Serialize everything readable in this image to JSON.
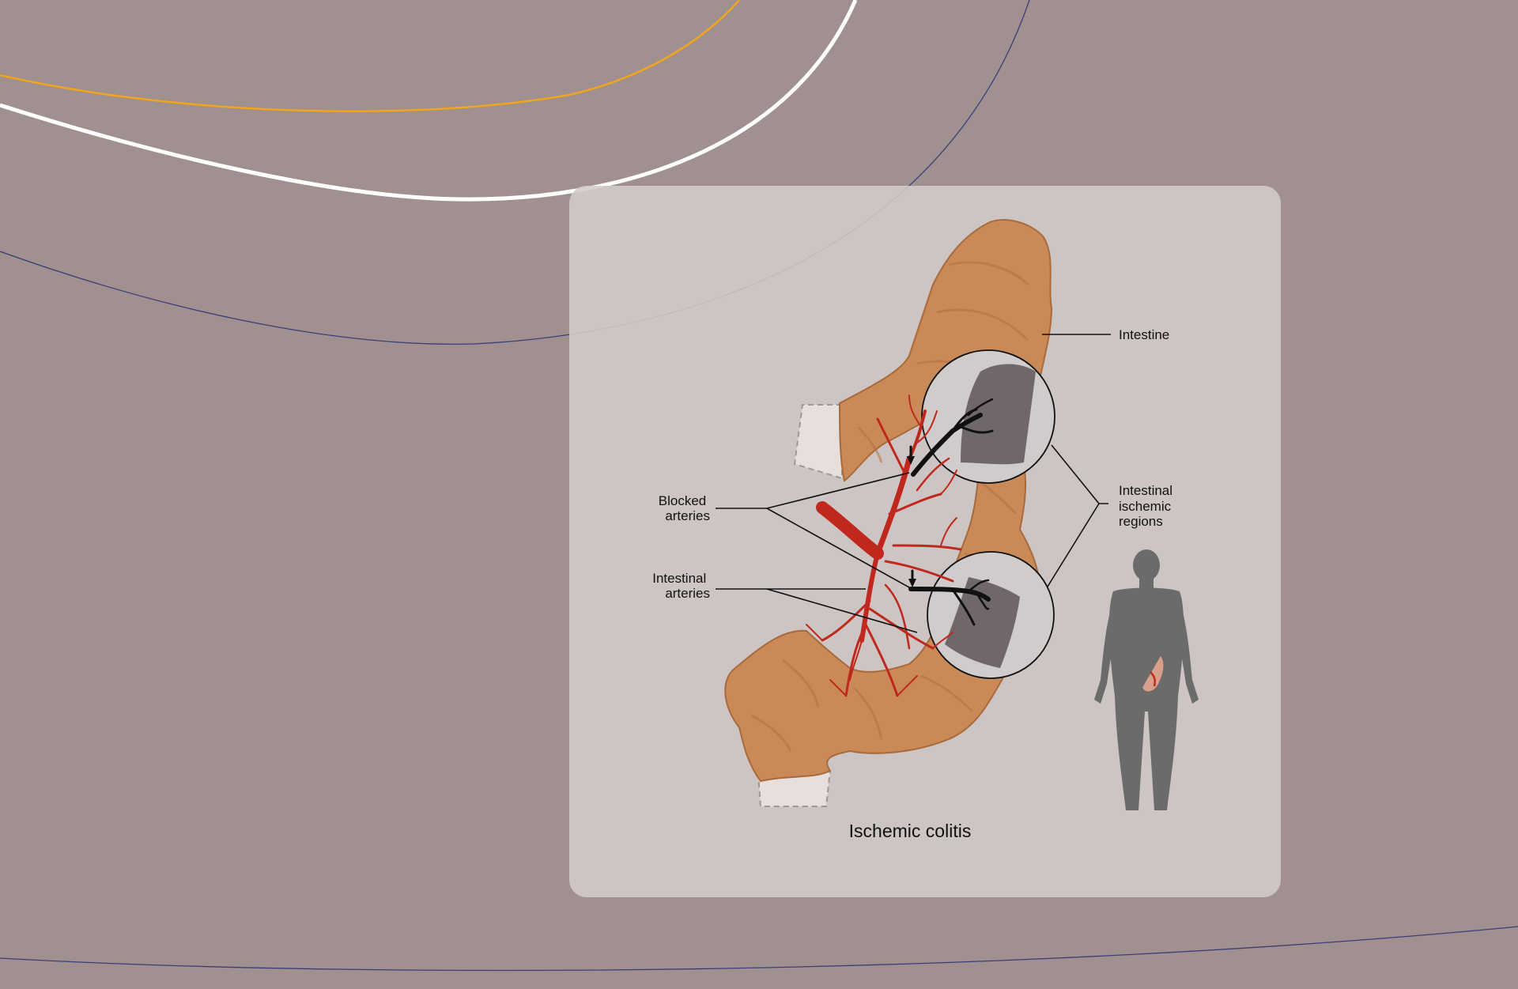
{
  "figure": {
    "caption": "Ischemic colitis",
    "labels": {
      "intestine": "Intestine",
      "ischemic_regions": [
        "Intestinal",
        "ischemic",
        "regions"
      ],
      "blocked_arteries": [
        "Blocked",
        "arteries"
      ],
      "intestinal_arteries": [
        "Intestinal",
        "arteries"
      ]
    }
  },
  "colors": {
    "background": "#a09090",
    "panel": "#d3cbcb",
    "intestine": "#c98a58",
    "artery": "#c0281e",
    "blocked_artery": "#111111",
    "ischemic_region": "#706868",
    "body_silhouette": "#6b6b6b",
    "decor_orange": "#f0a51e",
    "decor_white": "#ffffff",
    "decor_navy": "#3a3f7a"
  }
}
